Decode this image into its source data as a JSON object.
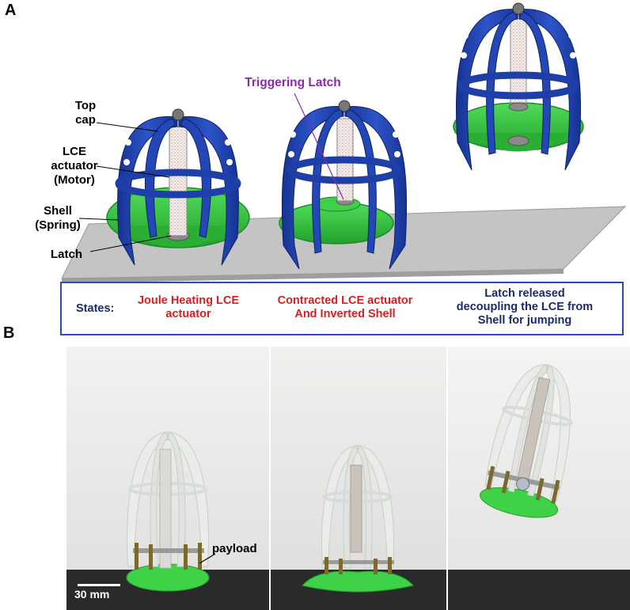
{
  "panels": {
    "a": "A",
    "b": "B"
  },
  "labels": {
    "top_cap": "Top\ncap",
    "lce_actuator": "LCE\nactuator\n(Motor)",
    "shell": "Shell\n(Spring)",
    "latch": "Latch",
    "triggering_latch": "Triggering Latch",
    "payload": "payload",
    "scale": "30 mm"
  },
  "states": {
    "title": "States:",
    "s1": "Joule Heating LCE\nactuator",
    "s2": "Contracted LCE actuator\nAnd Inverted Shell",
    "s3": "Latch released\ndecoupling the LCE from\nShell for jumping"
  },
  "colors": {
    "frame_blue": "#1f3fa8",
    "shell_green": "#35c440",
    "platform_gray": "#c4c4c4",
    "state_red": "#d61f1f",
    "state_navy": "#1b2a6b",
    "trigger_purple": "#8a2aa8",
    "box_border": "#2a4fa8"
  }
}
